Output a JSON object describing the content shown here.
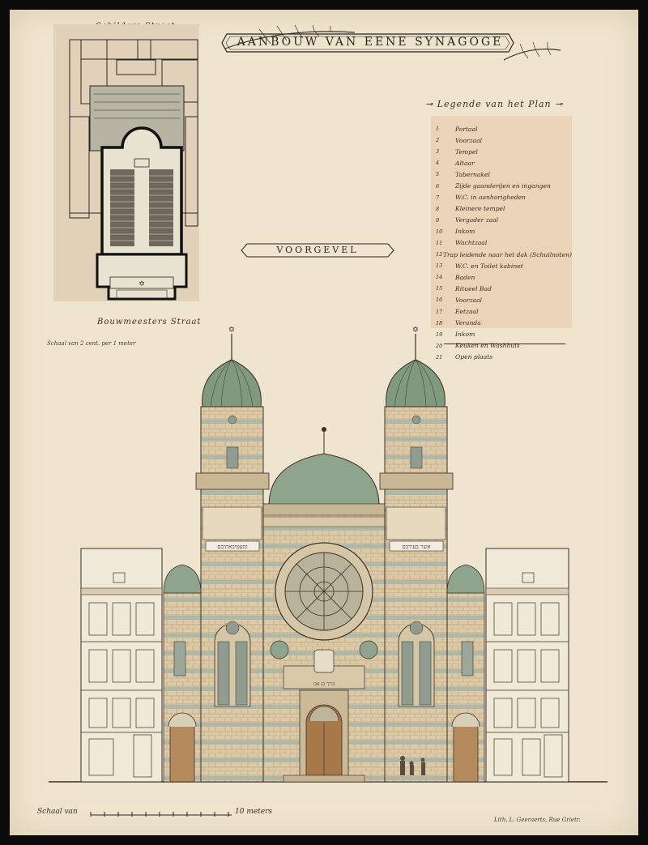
{
  "plan": {
    "top_street": "Schilders Straat",
    "bottom_street": "Bouwmeesters Straat",
    "scale_note": "Schaal van 2 cent. per 1 meter"
  },
  "title": "AANBOUW VAN EENE SYNAGOGE",
  "legend": {
    "heading": "Legende van het Plan",
    "items": [
      {
        "num": "1",
        "label": "Portaal"
      },
      {
        "num": "2",
        "label": "Voorzaal"
      },
      {
        "num": "3",
        "label": "Tempel"
      },
      {
        "num": "4",
        "label": "Altaar"
      },
      {
        "num": "5",
        "label": "Tabernakel"
      },
      {
        "num": "6",
        "label": "Zijde gaanderijen en ingangen"
      },
      {
        "num": "7",
        "label": "W.C. in aanhorigheden"
      },
      {
        "num": "8",
        "label": "Kleinere tempel"
      },
      {
        "num": "9",
        "label": "Vergader zaal"
      },
      {
        "num": "10",
        "label": "Inkom"
      },
      {
        "num": "11",
        "label": "Wachtzaal"
      },
      {
        "num": "12",
        "label": "Trap leidende naar het dak (Schuilnoten)"
      },
      {
        "num": "13",
        "label": "W.C. en Toilet kabinet"
      },
      {
        "num": "14",
        "label": "Baden"
      },
      {
        "num": "15",
        "label": "Ritueel Bad"
      },
      {
        "num": "16",
        "label": "Voorzaal"
      },
      {
        "num": "17",
        "label": "Eetzaal"
      },
      {
        "num": "18",
        "label": "Veranda"
      },
      {
        "num": "19",
        "label": "Inkom"
      },
      {
        "num": "20",
        "label": "Keuken en Washhuis"
      },
      {
        "num": "21",
        "label": "Open plaats"
      }
    ]
  },
  "elevation_title": "VOORGEVEL",
  "hebrew_left": "ומעטיבאתיבם",
  "hebrew_right": "אשר בעירכם",
  "hebrew_door": "ברוך בנ אבו",
  "scale": {
    "prefix": "Schaal van",
    "suffix": "10 meters"
  },
  "imprint": "Lith. L. Geeraerts, Rue Grietr."
}
